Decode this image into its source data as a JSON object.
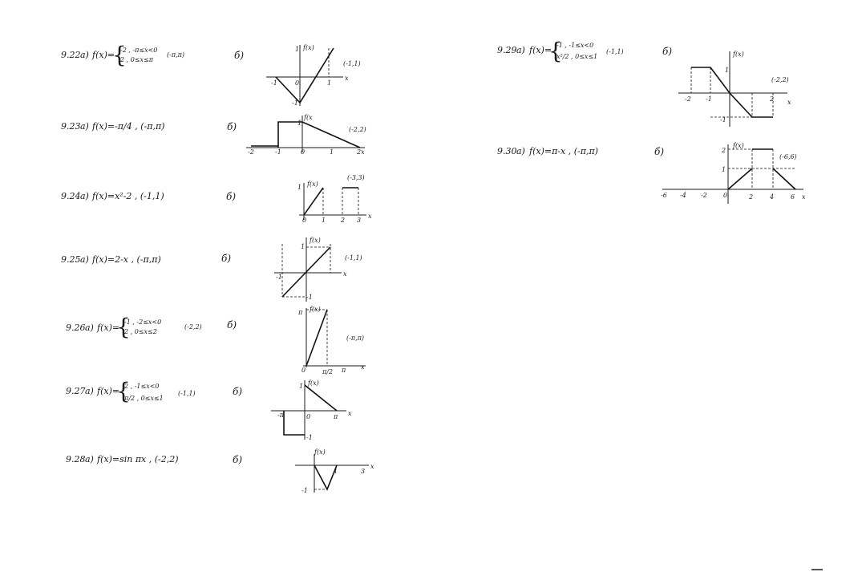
{
  "problems": [
    {
      "number": "9.22",
      "part_a": "а)",
      "func_lhs": "f(x)=",
      "case1": "-2 ,  -π≤x<0",
      "case2": "2 ,   0≤x≤π",
      "interval": "(-π,π)",
      "part_b": "б)",
      "graph_interval": "(-1,1)",
      "graph_labels": {
        "y": "f(x)",
        "x": "x",
        "one": "1",
        "neg_one": "-1",
        "zero": "0",
        "one_x": "1",
        "neg_one_x": "-1"
      }
    },
    {
      "number": "9.23",
      "part_a": "а)",
      "formula": "f(x)=-π/4 ,  (-π,π)",
      "part_b": "б)",
      "graph_interval": "(-2,2)",
      "graph_labels": {
        "y": "f(x",
        "x": "2x",
        "one": "1",
        "neg_two": "-2",
        "neg_one": "-1",
        "zero": "0",
        "one_x": "1"
      }
    },
    {
      "number": "9.24",
      "part_a": "а)",
      "formula": "f(x)=x²-2 , (-1,1)",
      "part_b": "б)",
      "graph_interval": "(-3,3)",
      "graph_labels": {
        "y": "f(x)",
        "x": "x",
        "one": "1",
        "zero": "0",
        "one_x": "1",
        "two_x": "2",
        "three_x": "3"
      }
    },
    {
      "number": "9.25",
      "part_a": "а)",
      "formula": "f(x)=2-x ,  (-π,π)",
      "part_b": "б)",
      "graph_interval": "(-1,1)",
      "graph_labels": {
        "y": "f(x)",
        "x": "x",
        "one": "1",
        "neg_one": "-1",
        "neg_one_x": "-1"
      }
    },
    {
      "number": "9.26",
      "part_a": "а)",
      "func_lhs": "f(x)=",
      "case1": "-1 ,  -2≤x<0",
      "case2": "2 ,   0≤x≤2",
      "interval": "(-2,2)",
      "part_b": "б)",
      "graph_interval": "(-π,π)",
      "graph_labels": {
        "y": "f(x)",
        "x": "x",
        "pi": "π",
        "zero": "0",
        "pi_half": "π/2",
        "pi_x": "π"
      }
    },
    {
      "number": "9.27",
      "part_a": "а)",
      "func_lhs": "f(x)=",
      "case1": "2 ,  -1≤x<0",
      "case2": "π/2 ,  0≤x≤1",
      "interval": "(-1,1)",
      "part_b": "б)",
      "graph_labels": {
        "y": "f(x)",
        "x": "x",
        "one": "1",
        "neg_pi": "-π",
        "zero": "0",
        "pi_x": "π",
        "neg_one": "-1"
      }
    },
    {
      "number": "9.28",
      "part_a": "а)",
      "formula": "f(x)=sin πx , (-2,2)",
      "part_b": "б)",
      "graph_labels": {
        "y": "f(x)",
        "x": "x",
        "one": "1",
        "three": "3",
        "neg_one": "-1"
      }
    },
    {
      "number": "9.29",
      "part_a": "а)",
      "func_lhs": "f(x)=",
      "case1": "-1 , -1≤x<0",
      "case2": "x²/2 , 0≤x≤1",
      "interval": "(-1,1)",
      "part_b": "б)",
      "graph_interval": "(-2,2)",
      "graph_labels": {
        "y": "f(x)",
        "x": "x",
        "one": "1",
        "neg_two": "-2",
        "neg_one": "-1",
        "two": "2",
        "neg_one_y": "-1"
      }
    },
    {
      "number": "9.30",
      "part_a": "а)",
      "formula": "f(x)=π-x ,  (-π,π)",
      "part_b": "б)",
      "graph_interval": "(-6,6)",
      "graph_labels": {
        "y": "f(x)",
        "x": "x",
        "two_y": "2",
        "one_y": "1",
        "neg_six": "-6",
        "neg_four": "-4",
        "neg_two": "-2",
        "zero": "0",
        "two": "2",
        "four": "4",
        "six": "6"
      }
    }
  ]
}
